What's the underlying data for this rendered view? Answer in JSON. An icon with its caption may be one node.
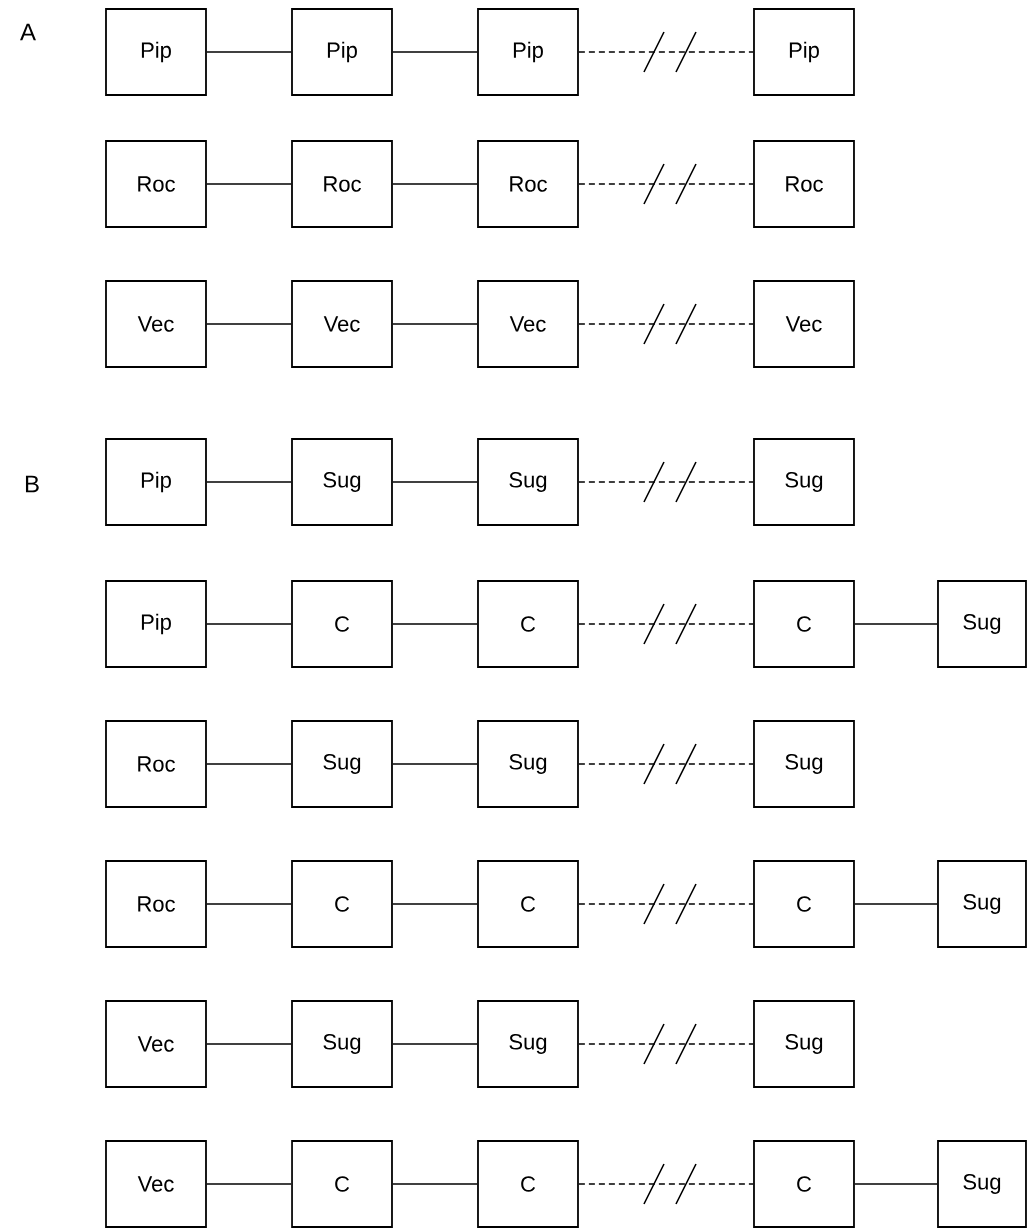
{
  "diagram": {
    "nodes": [
      {
        "text": [
          "Pip"
        ]
      },
      {
        "text": [
          "Pip"
        ]
      },
      {
        "text": [
          "Pip"
        ]
      },
      {
        "text": [
          "Pip"
        ]
      },
      {
        "text": [
          "Roc"
        ]
      },
      {
        "text": [
          "Roc"
        ]
      },
      {
        "text": [
          "Roc"
        ]
      },
      {
        "text": [
          "Roc"
        ]
      },
      {
        "text": [
          "Vec"
        ]
      },
      {
        "text": [
          "Vec"
        ]
      },
      {
        "text": [
          "Vec"
        ]
      },
      {
        "text": [
          "Vec"
        ]
      },
      {
        "text": [
          "Pip"
        ]
      },
      {
        "text": [
          "Sug"
        ]
      },
      {
        "text": [
          "Sug"
        ]
      },
      {
        "text": [
          "Sug"
        ]
      },
      {
        "text": [
          "Pip"
        ]
      },
      {
        "text": [
          "C"
        ]
      },
      {
        "text": [
          "C"
        ]
      },
      {
        "text": [
          "C"
        ]
      },
      {
        "text": [
          "Sug"
        ]
      },
      {
        "text": [
          "Roc"
        ]
      },
      {
        "text": [
          "Sug"
        ]
      },
      {
        "text": [
          "Sug"
        ]
      },
      {
        "text": [
          "Sug"
        ]
      },
      {
        "text": [
          "Roc"
        ]
      },
      {
        "text": [
          "C"
        ]
      },
      {
        "text": [
          "C"
        ]
      },
      {
        "text": [
          "C"
        ]
      },
      {
        "text": [
          "Sug"
        ]
      },
      {
        "text": [
          "Vec"
        ]
      },
      {
        "text": [
          "Sug"
        ]
      },
      {
        "text": [
          "Sug"
        ]
      },
      {
        "text": [
          "Sug"
        ]
      },
      {
        "text": [
          "Vec"
        ]
      },
      {
        "text": [
          "C"
        ]
      },
      {
        "text": [
          "C"
        ]
      },
      {
        "text": [
          "C"
        ]
      },
      {
        "text": [
          "Sug"
        ]
      }
    ],
    "edges": [
      {
        "from": 0,
        "to": 1,
        "arrow": "none"
      },
      {
        "from": 1,
        "to": 2,
        "arrow": "none"
      },
      {
        "from": 2,
        "to": 3,
        "arrow": "none",
        "style": "dashed"
      },
      {
        "from": 4,
        "to": 5,
        "arrow": "none"
      },
      {
        "from": 5,
        "to": 6,
        "arrow": "none"
      },
      {
        "from": 6,
        "to": 7,
        "arrow": "none",
        "style": "dashed"
      },
      {
        "from": 8,
        "to": 9,
        "arrow": "none"
      },
      {
        "from": 9,
        "to": 10,
        "arrow": "none"
      },
      {
        "from": 10,
        "to": 11,
        "arrow": "none",
        "style": "dashed"
      },
      {
        "from": 12,
        "to": 13,
        "arrow": "none"
      },
      {
        "from": 13,
        "to": 14,
        "arrow": "none"
      },
      {
        "from": 14,
        "to": 15,
        "arrow": "none",
        "style": "dashed"
      },
      {
        "from": 16,
        "to": 17,
        "arrow": "none"
      },
      {
        "from": 17,
        "to": 18,
        "arrow": "none"
      },
      {
        "from": 18,
        "to": 19,
        "arrow": "none",
        "style": "dashed"
      },
      {
        "from": 19,
        "to": 20,
        "arrow": "none"
      },
      {
        "from": 21,
        "to": 22,
        "arrow": "none"
      },
      {
        "from": 22,
        "to": 23,
        "arrow": "none"
      },
      {
        "from": 23,
        "to": 24,
        "arrow": "none",
        "style": "dashed"
      },
      {
        "from": 25,
        "to": 26,
        "arrow": "none"
      },
      {
        "from": 26,
        "to": 27,
        "arrow": "none"
      },
      {
        "from": 27,
        "to": 28,
        "arrow": "none",
        "style": "dashed"
      },
      {
        "from": 28,
        "to": 29,
        "arrow": "none"
      },
      {
        "from": 30,
        "to": 31,
        "arrow": "none"
      },
      {
        "from": 31,
        "to": 32,
        "arrow": "none"
      },
      {
        "from": 32,
        "to": 33,
        "arrow": "none",
        "style": "dashed"
      },
      {
        "from": 34,
        "to": 35,
        "arrow": "none"
      },
      {
        "from": 35,
        "to": 36,
        "arrow": "none"
      },
      {
        "from": 36,
        "to": 37,
        "arrow": "none",
        "style": "dashed"
      },
      {
        "from": 37,
        "to": 38,
        "arrow": "none"
      }
    ],
    "labels": [
      "A",
      "B"
    ]
  }
}
